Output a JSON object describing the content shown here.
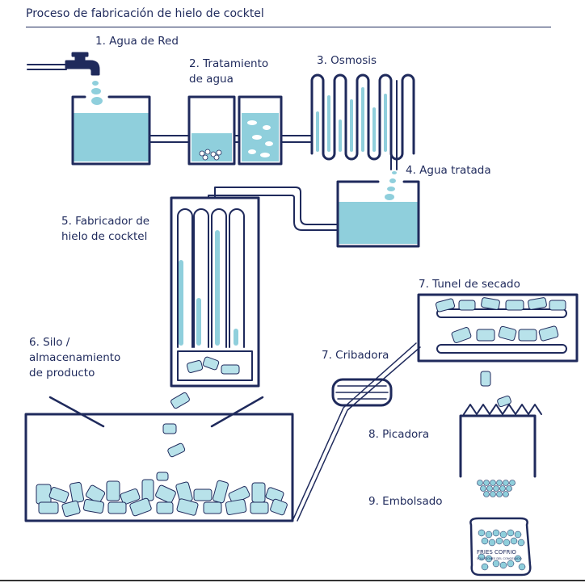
{
  "title": "Proceso de fabricación de hielo de cocktel",
  "steps": {
    "s1": "1. Agua de Red",
    "s2a": "2. Tratamiento",
    "s2b": "de agua",
    "s3": "3. Osmosis",
    "s4": "4. Agua tratada",
    "s5a": "5. Fabricador de",
    "s5b": "hielo de cocktel",
    "s6a": "6. Silo /",
    "s6b": "almacenamiento",
    "s6c": "de producto",
    "s7a": "7. Tunel de secado",
    "s7b": "7. Cribadora",
    "s8": "8. Picadora",
    "s9": "9. Embolsado"
  },
  "bag": {
    "brand": "FRIES COFRIO",
    "tagline": "SOLUCIONES DEL CONGELADO"
  },
  "colors": {
    "ink": "#1f2a5c",
    "water": "#8fcfdc",
    "ice": "#b8e2ea"
  }
}
